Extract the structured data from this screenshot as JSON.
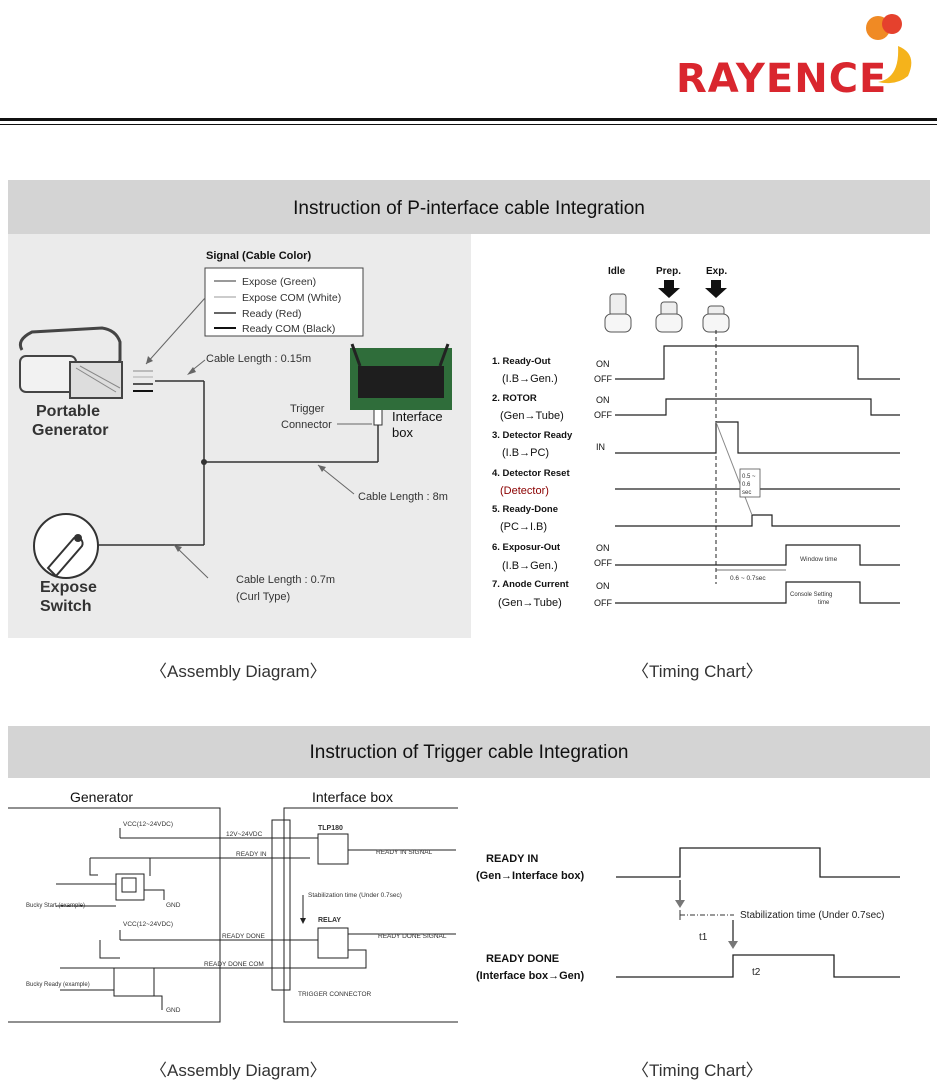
{
  "header": {
    "logo_text": "RAYENCE"
  },
  "section1": {
    "title": "Instruction of P-interface cable Integration",
    "assembly": {
      "signal_title": "Signal (Cable Color)",
      "signals": [
        "Expose (Green)",
        "Expose COM (White)",
        "Ready (Red)",
        "Ready COM (Black)"
      ],
      "cable_015": "Cable Length : 0.15m",
      "cable_8": "Cable Length : 8m",
      "cable_07": "Cable Length : 0.7m",
      "curl_type": "(Curl Type)",
      "trigger_connector_1": "Trigger",
      "trigger_connector_2": "Connector",
      "interface_box_1": "Interface",
      "interface_box_2": "box",
      "portable_1": "Portable",
      "portable_2": "Generator",
      "expose_1": "Expose",
      "expose_2": "Switch"
    },
    "timing": {
      "states": [
        "Idle",
        "Prep.",
        "Exp."
      ],
      "rows": [
        {
          "label": "1. Ready-Out",
          "sub": "(I.B→Gen.)",
          "on": "ON",
          "off": "OFF"
        },
        {
          "label": "2. ROTOR",
          "sub": "(Gen→Tube)",
          "on": "ON",
          "off": "OFF"
        },
        {
          "label": "3. Detector Ready",
          "sub": "(I.B→PC)",
          "on": "IN",
          "off": ""
        },
        {
          "label": "4. Detector Reset",
          "sub": "(Detector)",
          "on": "",
          "off": ""
        },
        {
          "label": "5. Ready-Done",
          "sub": "(PC→I.B)",
          "on": "",
          "off": ""
        },
        {
          "label": "6. Exposur-Out",
          "sub": "(I.B→Gen.)",
          "on": "ON",
          "off": "OFF"
        },
        {
          "label": "7. Anode Current",
          "sub": "(Gen→Tube)",
          "on": "ON",
          "off": "OFF"
        }
      ],
      "reset_note_1": "0.5 ~",
      "reset_note_2": "0.6",
      "reset_note_3": "sec",
      "window_time": "Window time",
      "delay_note": "0.6 ~ 0.7sec",
      "console_1": "Console Setting",
      "console_2": "time"
    },
    "caption_left": "〈Assembly Diagram〉",
    "caption_right": "〈Timing Chart〉"
  },
  "section2": {
    "title": "Instruction of Trigger cable Integration",
    "assembly": {
      "generator": "Generator",
      "interface_box": "Interface box",
      "vcc1": "VCC(12~24VDC)",
      "vcc2": "VCC(12~24VDC)",
      "v12_24": "12V~24VDC",
      "ready_in": "READY IN",
      "tlp180": "TLP180",
      "ready_in_signal": "READY IN SIGNAL",
      "bucky_start": "Bucky Start (example)",
      "gnd1": "GND",
      "stabilization": "Stabilization time (Under 0.7sec)",
      "relay": "RELAY",
      "ready_done": "READY DONE",
      "ready_done_signal": "READY DONE SIGNAL",
      "ready_done_com": "READY DONE COM",
      "bucky_ready": "Bucky Ready (example)",
      "trigger_connector": "TRIGGER CONNECTOR",
      "gnd2": "GND"
    },
    "timing": {
      "ready_in_1": "READY IN",
      "ready_in_2": "(Gen→Interface box)",
      "ready_done_1": "READY DONE",
      "ready_done_2": "(Interface box→Gen)",
      "stab": "Stabilization time (Under 0.7sec)",
      "t1": "t1",
      "t2": "t2"
    },
    "caption_left": "〈Assembly Diagram〉",
    "caption_right": "〈Timing Chart〉"
  }
}
